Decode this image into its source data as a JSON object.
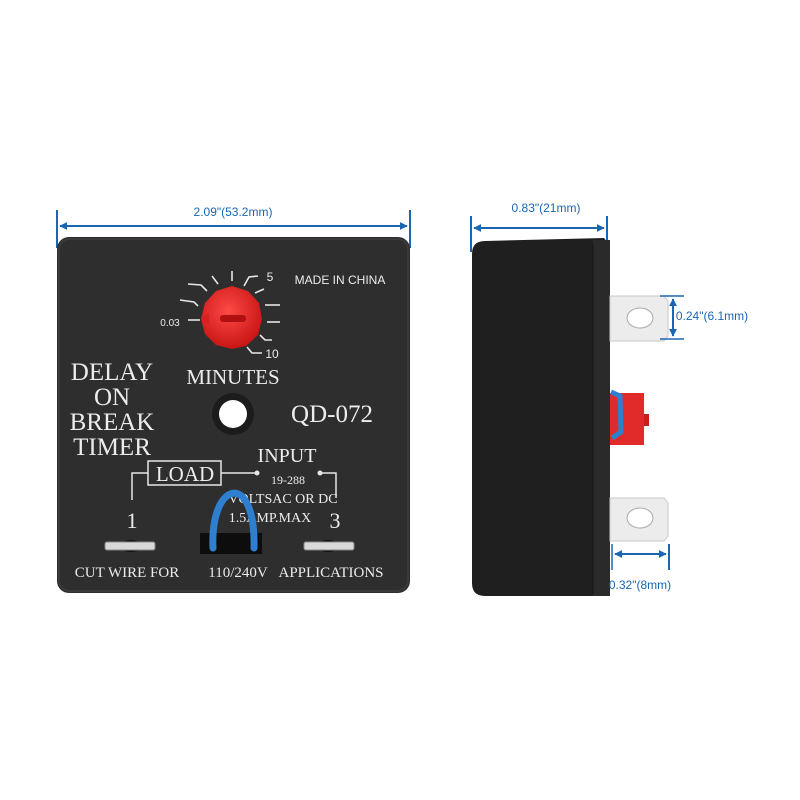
{
  "dimensions": {
    "front_width": "2.09\"(53.2mm)",
    "side_depth": "0.83\"(21mm)",
    "terminal_width": "0.24\"(6.1mm)",
    "terminal_length": "0.32\"(8mm)"
  },
  "front_panel": {
    "made_in": "MADE IN CHINA",
    "dial_min": "0.03",
    "dial_mid": "5",
    "dial_max": "10",
    "dial_unit": "MINUTES",
    "title_lines": [
      "DELAY",
      "ON",
      "BREAK",
      "TIMER"
    ],
    "model": "QD-072",
    "input_label": "INPUT",
    "load_label": "LOAD",
    "voltage_range": "19-288",
    "voltage_type": "VOLTSAC OR DC",
    "current_max": "1.5AMP.MAX",
    "terminal_1": "1",
    "terminal_3": "3",
    "footer": [
      "CUT WIRE FOR",
      "110/240V",
      "APPLICATIONS"
    ]
  },
  "colors": {
    "dimension_lines": "#1a66b3",
    "body": "#2b2b2b",
    "knob": "#e8282b",
    "jumper_wire": "#2f7fd0"
  }
}
